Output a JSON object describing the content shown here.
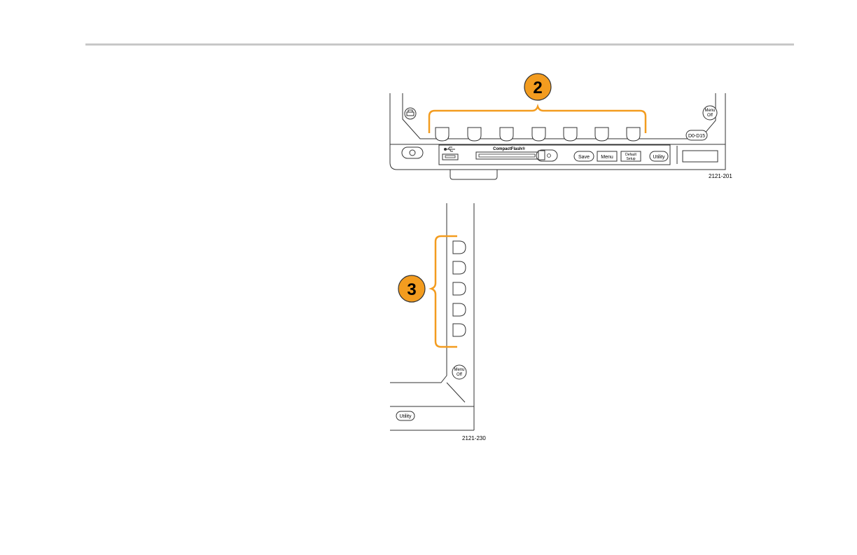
{
  "figures": [
    {
      "id": "2121-201",
      "callout": "2",
      "panel_labels": {
        "compactflash": "CompactFlash®",
        "save": "Save",
        "menu": "Menu",
        "default_line1": "Default",
        "default_line2": "Setup",
        "utility": "Utility",
        "menu_off_line1": "Menu",
        "menu_off_line2": "Off",
        "digital": "D0-D15"
      }
    },
    {
      "id": "2121-230",
      "callout": "3",
      "panel_labels": {
        "menu_off_line1": "Menu",
        "menu_off_line2": "Off",
        "utility": "Utility"
      }
    }
  ],
  "colors": {
    "callout_fill": "#f39c1f",
    "bracket": "#f39c1f",
    "line": "#333333"
  },
  "icons": [
    "print-icon",
    "power-icon",
    "usb-icon"
  ]
}
